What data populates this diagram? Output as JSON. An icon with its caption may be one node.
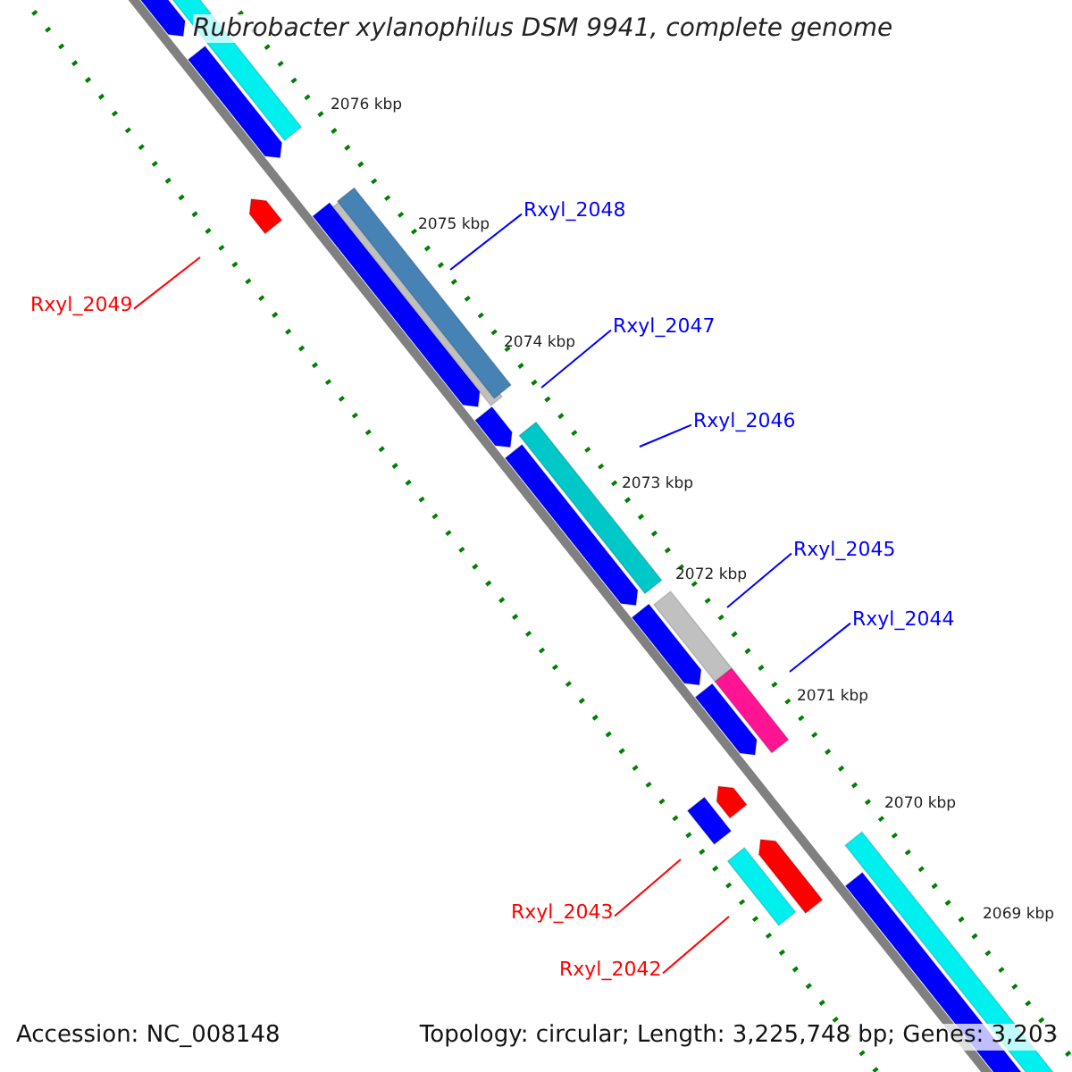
{
  "diagram": {
    "title": "Rubrobacter xylanophilus DSM 9941, complete genome",
    "nodes": [
      {
        "text": [
          "Rxyl_2048"
        ]
      },
      {
        "text": [
          "Rxyl_2049"
        ]
      },
      {
        "text": [
          "Rxyl_2047"
        ]
      },
      {
        "text": [
          "Rxyl_2046"
        ]
      },
      {
        "text": [
          "Rxyl_2045"
        ]
      },
      {
        "text": [
          "Rxyl_2044"
        ]
      },
      {
        "text": [
          "Rxyl_2043"
        ]
      },
      {
        "text": [
          "Rxyl_2042"
        ]
      }
    ],
    "edges": [
      {
        "from": 0,
        "to": null,
        "arrow": "none"
      },
      {
        "from": 1,
        "to": null,
        "arrow": "none",
        "color": "#ff0000"
      },
      {
        "from": 2,
        "to": null,
        "arrow": "none"
      },
      {
        "from": 3,
        "to": null,
        "arrow": "none"
      },
      {
        "from": 4,
        "to": null,
        "arrow": "none"
      },
      {
        "from": 5,
        "to": null,
        "arrow": "none"
      },
      {
        "from": 6,
        "to": null,
        "arrow": "none",
        "color": "#ff0000"
      },
      {
        "from": 7,
        "to": null,
        "arrow": "none",
        "color": "#ff0000"
      }
    ],
    "labels": [
      "2076 kbp",
      "2075 kbp",
      "2074 kbp",
      "2073 kbp",
      "2072 kbp",
      "2071 kbp",
      "2070 kbp",
      "2069 kbp",
      "Accession: NC_008148",
      "Topology: circular; Length: 3,225,748 bp; Genes: 3,203"
    ]
  }
}
